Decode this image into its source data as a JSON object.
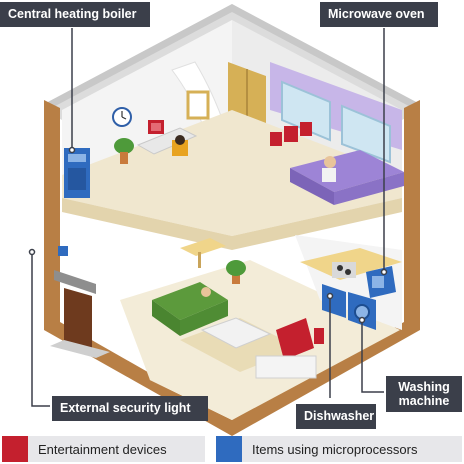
{
  "labels": {
    "boiler": "Central heating boiler",
    "microwave": "Microwave oven",
    "security_light": "External security light",
    "dishwasher": "Dishwasher",
    "washing_machine": "Washing machine"
  },
  "legend": {
    "entertainment": "Entertainment devices",
    "microprocessors": "Items using microprocessors"
  },
  "colors": {
    "entertainment": "#c4202e",
    "microprocessors": "#2f6bbf",
    "label_bg": "#3b3f4a",
    "wall_brown": "#b87f45",
    "roof_grey": "#d9d9d9",
    "floor": "#f0e7cf",
    "sofa_green": "#5c9a3c"
  }
}
